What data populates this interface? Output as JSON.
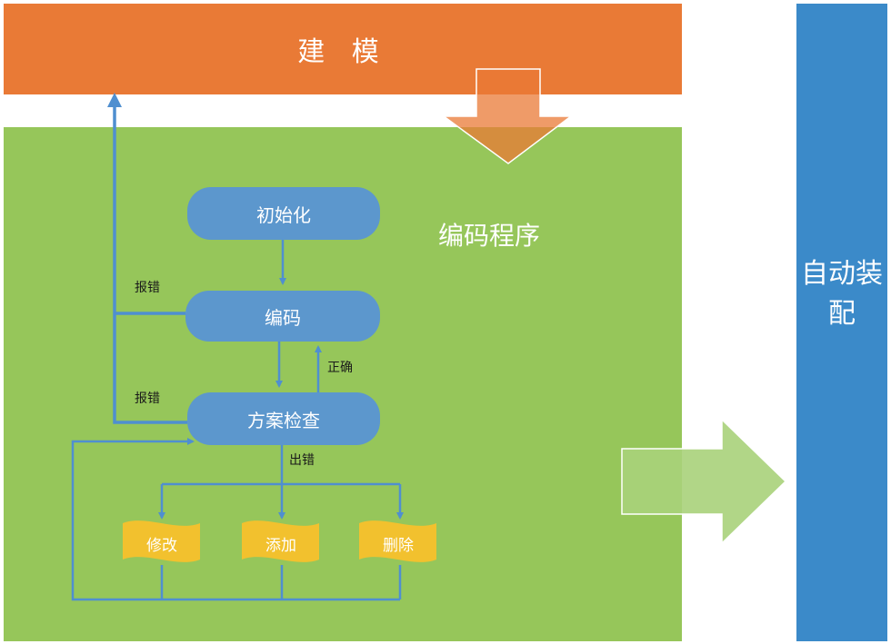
{
  "banner": {
    "modeling": "建 模"
  },
  "panel": {
    "program_title": "编码程序"
  },
  "sidebar": {
    "assembly": "自动装配"
  },
  "flow": {
    "init": "初始化",
    "encode": "编码",
    "check": "方案检查",
    "correct": "正确",
    "error_out": "出错",
    "report_error_1": "报错",
    "report_error_2": "报错",
    "modify": "修改",
    "add": "添加",
    "delete": "删除"
  },
  "colors": {
    "modeling": "#E97A36",
    "panel": "#96C65A",
    "assembly": "#3B8AC9",
    "process": "#5C97CD",
    "action": "#F2C12E",
    "line": "#4F8FD0"
  }
}
